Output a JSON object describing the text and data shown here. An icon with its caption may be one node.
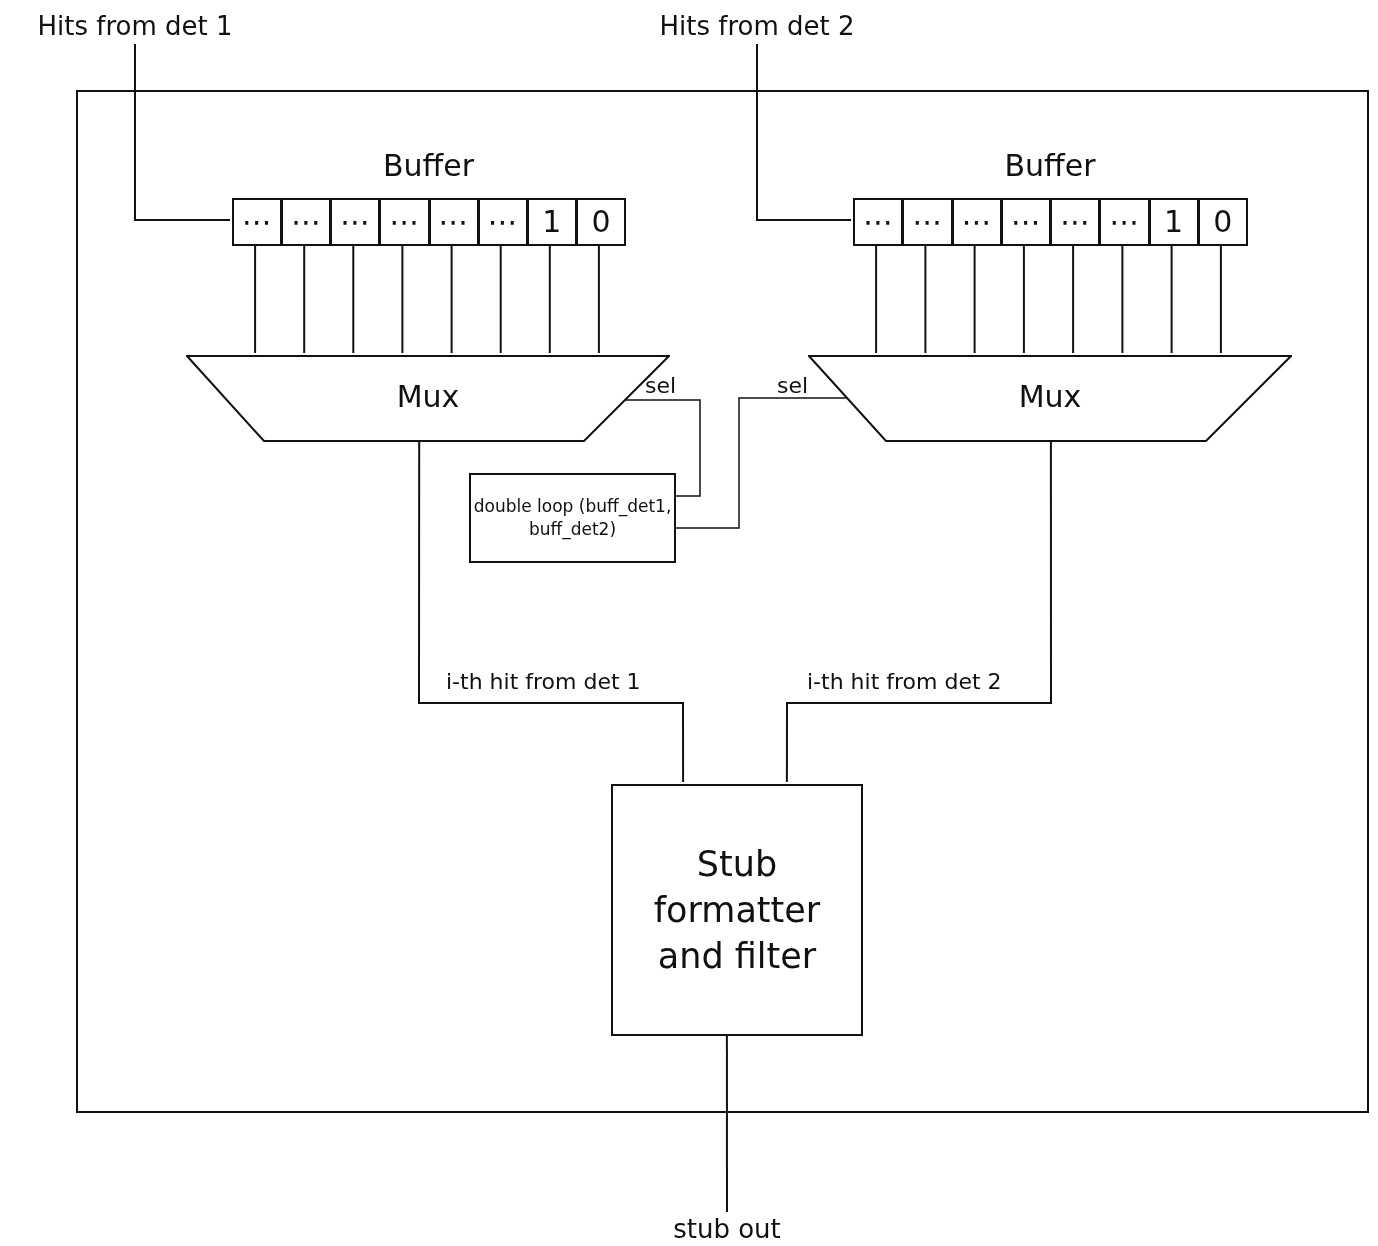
{
  "diagram": {
    "nodes": [
      {
        "text": [
          "Hits from det 1"
        ]
      },
      {
        "text": [
          "Hits from det 2"
        ]
      },
      {
        "text": [],
        "shape": "box"
      },
      {
        "text": [
          "Buffer"
        ],
        "in": 2
      },
      {
        "text": [
          "⋯"
        ],
        "in": 3
      },
      {
        "text": [
          "⋯"
        ],
        "in": 3
      },
      {
        "text": [
          "⋯"
        ],
        "in": 3
      },
      {
        "text": [
          "⋯"
        ],
        "in": 3
      },
      {
        "text": [
          "⋯"
        ],
        "in": 3
      },
      {
        "text": [
          "⋯"
        ],
        "in": 3
      },
      {
        "text": [
          "1"
        ],
        "in": 3
      },
      {
        "text": [
          "0"
        ],
        "in": 3
      },
      {
        "text": [
          "Buffer"
        ],
        "in": 2
      },
      {
        "text": [
          "⋯"
        ],
        "in": 12
      },
      {
        "text": [
          "⋯"
        ],
        "in": 12
      },
      {
        "text": [
          "⋯"
        ],
        "in": 12
      },
      {
        "text": [
          "⋯"
        ],
        "in": 12
      },
      {
        "text": [
          "⋯"
        ],
        "in": 12
      },
      {
        "text": [
          "⋯"
        ],
        "in": 12
      },
      {
        "text": [
          "1"
        ],
        "in": 12
      },
      {
        "text": [
          "0"
        ],
        "in": 12
      },
      {
        "text": [
          "Mux"
        ],
        "in": 2
      },
      {
        "text": [
          "Mux"
        ],
        "in": 2
      },
      {
        "text": [
          "double loop (buff_det1, buff_det2)"
        ],
        "in": 2
      },
      {
        "text": [
          "Stub formatter and filter"
        ],
        "in": 2
      },
      {
        "text": [
          "stub out"
        ]
      }
    ],
    "edges": [
      {
        "from": 0,
        "to": 3,
        "arrow": "none"
      },
      {
        "from": 1,
        "to": 12,
        "arrow": "none"
      },
      {
        "from": 4,
        "to": 21,
        "arrow": "none"
      },
      {
        "from": 5,
        "to": 21,
        "arrow": "none"
      },
      {
        "from": 6,
        "to": 21,
        "arrow": "none"
      },
      {
        "from": 7,
        "to": 21,
        "arrow": "none"
      },
      {
        "from": 8,
        "to": 21,
        "arrow": "none"
      },
      {
        "from": 9,
        "to": 21,
        "arrow": "none"
      },
      {
        "from": 10,
        "to": 21,
        "arrow": "none"
      },
      {
        "from": 11,
        "to": 21,
        "arrow": "none"
      },
      {
        "from": 13,
        "to": 22,
        "arrow": "none"
      },
      {
        "from": 14,
        "to": 22,
        "arrow": "none"
      },
      {
        "from": 15,
        "to": 22,
        "arrow": "none"
      },
      {
        "from": 16,
        "to": 22,
        "arrow": "none"
      },
      {
        "from": 17,
        "to": 22,
        "arrow": "none"
      },
      {
        "from": 18,
        "to": 22,
        "arrow": "none"
      },
      {
        "from": 19,
        "to": 22,
        "arrow": "none"
      },
      {
        "from": 20,
        "to": 22,
        "arrow": "none"
      },
      {
        "from": 23,
        "to": 21,
        "label": "sel",
        "arrow": "none"
      },
      {
        "from": 23,
        "to": 22,
        "label": "sel",
        "arrow": "none"
      },
      {
        "from": 21,
        "to": 24,
        "label": "i-th hit from det 1",
        "arrow": "none"
      },
      {
        "from": 22,
        "to": 24,
        "label": "i-th hit from det 2",
        "arrow": "none"
      },
      {
        "from": 24,
        "to": 25,
        "arrow": "none"
      }
    ]
  }
}
